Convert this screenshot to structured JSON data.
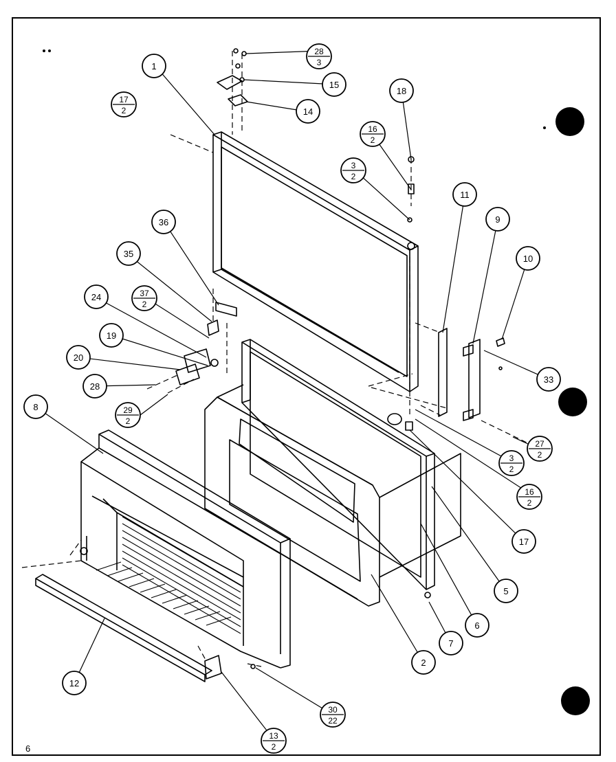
{
  "page": {
    "number": "6"
  },
  "callouts": [
    {
      "id": "c1",
      "label": "1"
    },
    {
      "id": "c2",
      "label": "2"
    },
    {
      "id": "c5",
      "label": "5"
    },
    {
      "id": "c6",
      "label": "6"
    },
    {
      "id": "c7",
      "label": "7"
    },
    {
      "id": "c8",
      "label": "8"
    },
    {
      "id": "c9",
      "label": "9"
    },
    {
      "id": "c10",
      "label": "10"
    },
    {
      "id": "c11",
      "label": "11"
    },
    {
      "id": "c12",
      "label": "12"
    },
    {
      "id": "c14",
      "label": "14"
    },
    {
      "id": "c15",
      "label": "15"
    },
    {
      "id": "c17",
      "label": "17"
    },
    {
      "id": "c18",
      "label": "18"
    },
    {
      "id": "c19",
      "label": "19"
    },
    {
      "id": "c20",
      "label": "20"
    },
    {
      "id": "c24",
      "label": "24"
    },
    {
      "id": "c28",
      "label": "28"
    },
    {
      "id": "c33",
      "label": "33"
    },
    {
      "id": "c35",
      "label": "35"
    },
    {
      "id": "c36",
      "label": "36"
    }
  ],
  "fraction_callouts": [
    {
      "id": "f28_3",
      "top": "28",
      "bottom": "3"
    },
    {
      "id": "f17_2",
      "top": "17",
      "bottom": "2"
    },
    {
      "id": "f16_2a",
      "top": "16",
      "bottom": "2"
    },
    {
      "id": "f3_2a",
      "top": "3",
      "bottom": "2"
    },
    {
      "id": "f37_2",
      "top": "37",
      "bottom": "2"
    },
    {
      "id": "f29_2",
      "top": "29",
      "bottom": "2"
    },
    {
      "id": "f27_2",
      "top": "27",
      "bottom": "2"
    },
    {
      "id": "f3_2b",
      "top": "3",
      "bottom": "2"
    },
    {
      "id": "f16_2b",
      "top": "16",
      "bottom": "2"
    },
    {
      "id": "f30_22",
      "top": "30",
      "bottom": "22"
    },
    {
      "id": "f13_2",
      "top": "13",
      "bottom": "2"
    }
  ]
}
